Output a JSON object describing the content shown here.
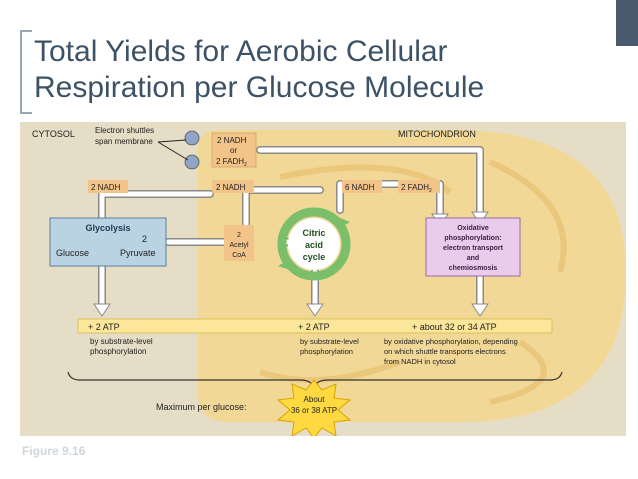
{
  "slide": {
    "title_line1": "Total Yields for Aerobic Cellular",
    "title_line2": "Respiration per Glucose Molecule",
    "caption": "Figure 9.16"
  },
  "diagram": {
    "cytosol": "CYTOSOL",
    "mitochondrion": "MITOCHONDRION",
    "shuttle_line1": "Electron shuttles",
    "shuttle_line2": "span membrane",
    "nadh_top": "2 NADH",
    "or": "or",
    "fadh_top": "2 FADH",
    "fadh_top_sub": "2",
    "nadh_left": "2 NADH",
    "nadh_mid": "2 NADH",
    "nadh_six": "6 NADH",
    "fadh_right": "2 FADH",
    "fadh_right_sub": "2",
    "glycolysis": "Glycolysis",
    "glucose": "Glucose",
    "pyruvate_num": "2",
    "pyruvate": "Pyruvate",
    "acetyl_num": "2",
    "acetyl": "Acetyl",
    "coa": "CoA",
    "citric1": "Citric",
    "citric2": "acid",
    "citric3": "cycle",
    "ox1": "Oxidative",
    "ox2": "phosphorylation:",
    "ox3": "electron transport",
    "ox4": "and",
    "ox5": "chemiosmosis",
    "atp1": "+ 2 ATP",
    "atp2": "+ 2 ATP",
    "atp3": "+ about 32 or 34 ATP",
    "desc1_line1": "by substrate-level",
    "desc1_line2": "phosphorylation",
    "desc2_line1": "by substrate-level",
    "desc2_line2": "phosphorylation",
    "desc3_line1": "by oxidative phosphorylation, depending",
    "desc3_line2": "on which shuttle transports electrons",
    "desc3_line3": "from NADH in cytosol",
    "max_label": "Maximum per glucose:",
    "about1": "About",
    "about2": "36 or 38 ATP"
  },
  "colors": {
    "title": "#3d5266",
    "figure_bg": "#e6ddc6",
    "mito_fill": "#f2d78e",
    "arrow_fill": "#ffffff",
    "arrow_stroke": "#8a8a8a",
    "nadh_box": "#f3c48a",
    "glycolysis_box": "#b9d3e3",
    "citric_green": "#7bbf6b",
    "oxidative_box": "#e9ccec",
    "atp_bar": "#fbe69a",
    "burst": "#ffd940"
  }
}
